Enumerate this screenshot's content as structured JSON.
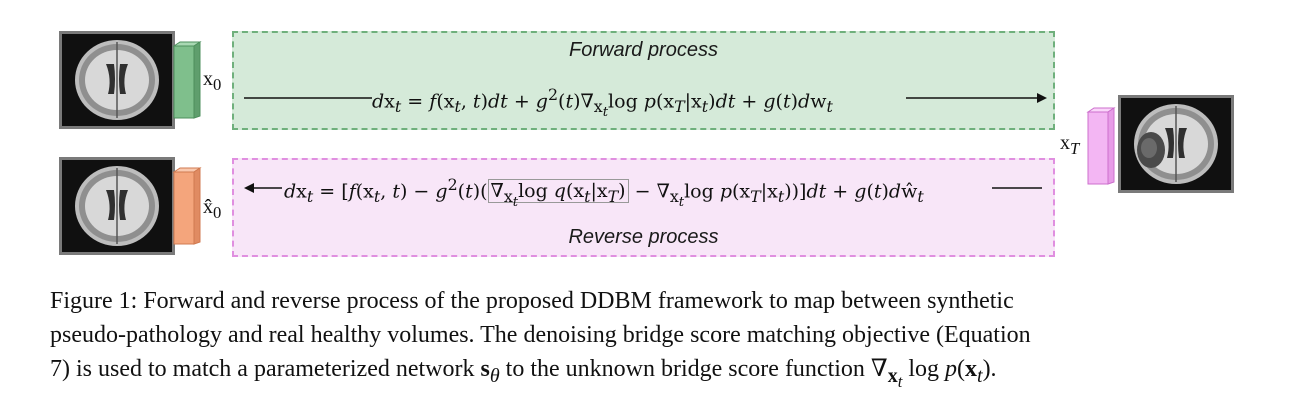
{
  "diagram": {
    "forward": {
      "title": "Forward process",
      "equation_html": "<i>d</i>x<sub><i>t</i></sub> = <i>f</i>(x<sub><i>t</i></sub>, <i>t</i>)<i>dt</i> + <i>g</i><sup>2</sup>(<i>t</i>)∇<sub>x<sub><i>t</i></sub></sub>log <i>p</i>(x<sub><i>T</i></sub>|x<sub><i>t</i></sub>)<i>dt</i> + <i>g</i>(<i>t</i>)<i>d</i>w<sub><i>t</i></sub>",
      "color": "#d5ead9",
      "border_color": "#6fb07c"
    },
    "reverse": {
      "title": "Reverse process",
      "equation_html": "<i>d</i>x<sub><i>t</i></sub> = [<i>f</i>(x<sub><i>t</i></sub>, <i>t</i>) − <i>g</i><sup>2</sup>(<i>t</i>)(<span class=\"hl\">∇<sub>x<sub><i>t</i></sub></sub>log <i>q</i>(x<sub><i>t</i></sub>|x<sub><i>T</i></sub>)</span> − ∇<sub>x<sub><i>t</i></sub></sub>log <i>p</i>(x<sub><i>T</i></sub>|x<sub><i>t</i></sub>))]<i>dt</i> + <i>g</i>(<i>t</i>)<i>d</i>ŵ<sub><i>t</i></sub>",
      "color": "#f8e6f8",
      "border_color": "#e08fe0"
    },
    "labels": {
      "x0_html": "x<sub>0</sub>",
      "x0hat_html": "x̂<sub>0</sub>",
      "xT_html": "x<sub><i>T</i></sub>"
    },
    "volume_colors": {
      "x0": "#7fbf8c",
      "x0hat": "#f4a57c",
      "xT": "#f3b6f3"
    }
  },
  "caption": {
    "line1": "Figure 1: Forward and reverse process of the proposed DDBM framework to map between synthetic",
    "line2": "pseudo-pathology and real healthy volumes. The denoising bridge score matching objective (Equation",
    "line3_html": "7) is used to match a parameterized network <b>s</b><sub><i>θ</i></sub> to the unknown bridge score function ∇<sub><b>x</b><sub><i>t</i></sub></sub> log <i>p</i>(<b>x</b><sub><i>t</i></sub>)."
  }
}
